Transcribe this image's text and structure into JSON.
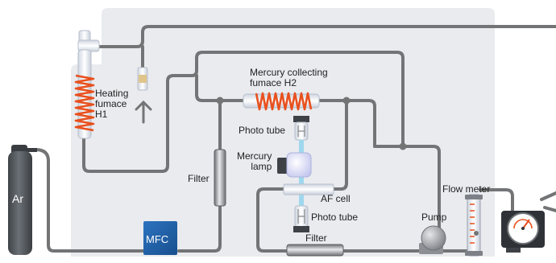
{
  "labels": {
    "heating_furnace": "Heating\nfumace\nH1",
    "mercury_collecting": "Mercury collecting\nfumace H2",
    "photo_tube_top": "Photo tube",
    "mercury_lamp": "Mercury\nlamp",
    "filter_vertical": "Filter",
    "af_cell": "AF cell",
    "photo_tube_bottom": "Photo tube",
    "filter_bottom": "Filter",
    "ar": "Ar",
    "mfc": "MFC",
    "pump": "Pump",
    "flow_meter": "Flow meter"
  },
  "colors": {
    "panel": "#e9ebef",
    "pipe": "#737476",
    "coil": "#e8501e",
    "glass": "#eef2f8",
    "mfc_blue": "#1f5fa6",
    "ar_cylinder": "#555a60",
    "light_beam": "#9fd8ee"
  }
}
